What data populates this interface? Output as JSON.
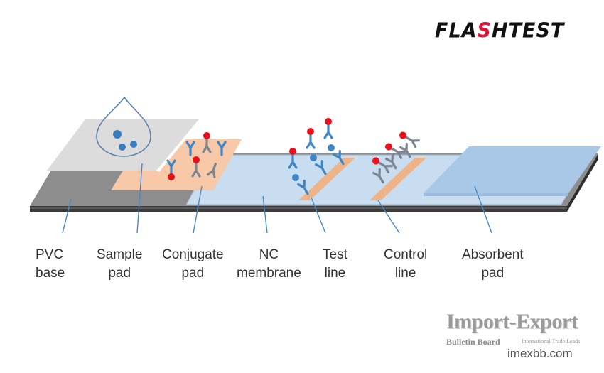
{
  "logo": {
    "text_left": "FLA",
    "text_mid": "S",
    "text_right": "HTEST"
  },
  "sample_drop": {
    "content": "antigens"
  },
  "labels": [
    {
      "line1": "PVC",
      "line2": "base"
    },
    {
      "line1": "Sample",
      "line2": "pad"
    },
    {
      "line1": "Conjugate",
      "line2": "pad"
    },
    {
      "line1": "NC",
      "line2": "membrane"
    },
    {
      "line1": "Test",
      "line2": "line"
    },
    {
      "line1": "Control",
      "line2": "line"
    },
    {
      "line1": "Absorbent",
      "line2": "pad"
    }
  ],
  "colors": {
    "pvc_base": "#8c8c8c",
    "pvc_edge": "#3a3a3a",
    "sample_pad": "#d9dadb",
    "conjugate_pad": "#f5c7a6",
    "nc_membrane": "#c8ddef",
    "test_line": "#eeb387",
    "control_line": "#eeb387",
    "absorbent_pad": "#a9c8e8",
    "antibody_blue": "#3f86c7",
    "antibody_gray": "#7c8591",
    "gold_particle": "#e8101b",
    "leader_line": "#4a8ac4"
  },
  "watermark": {
    "title": "Import-Export",
    "subtitle": "Bulletin Board",
    "tagline": "International Trade Leads",
    "site": "imexbb.com"
  }
}
